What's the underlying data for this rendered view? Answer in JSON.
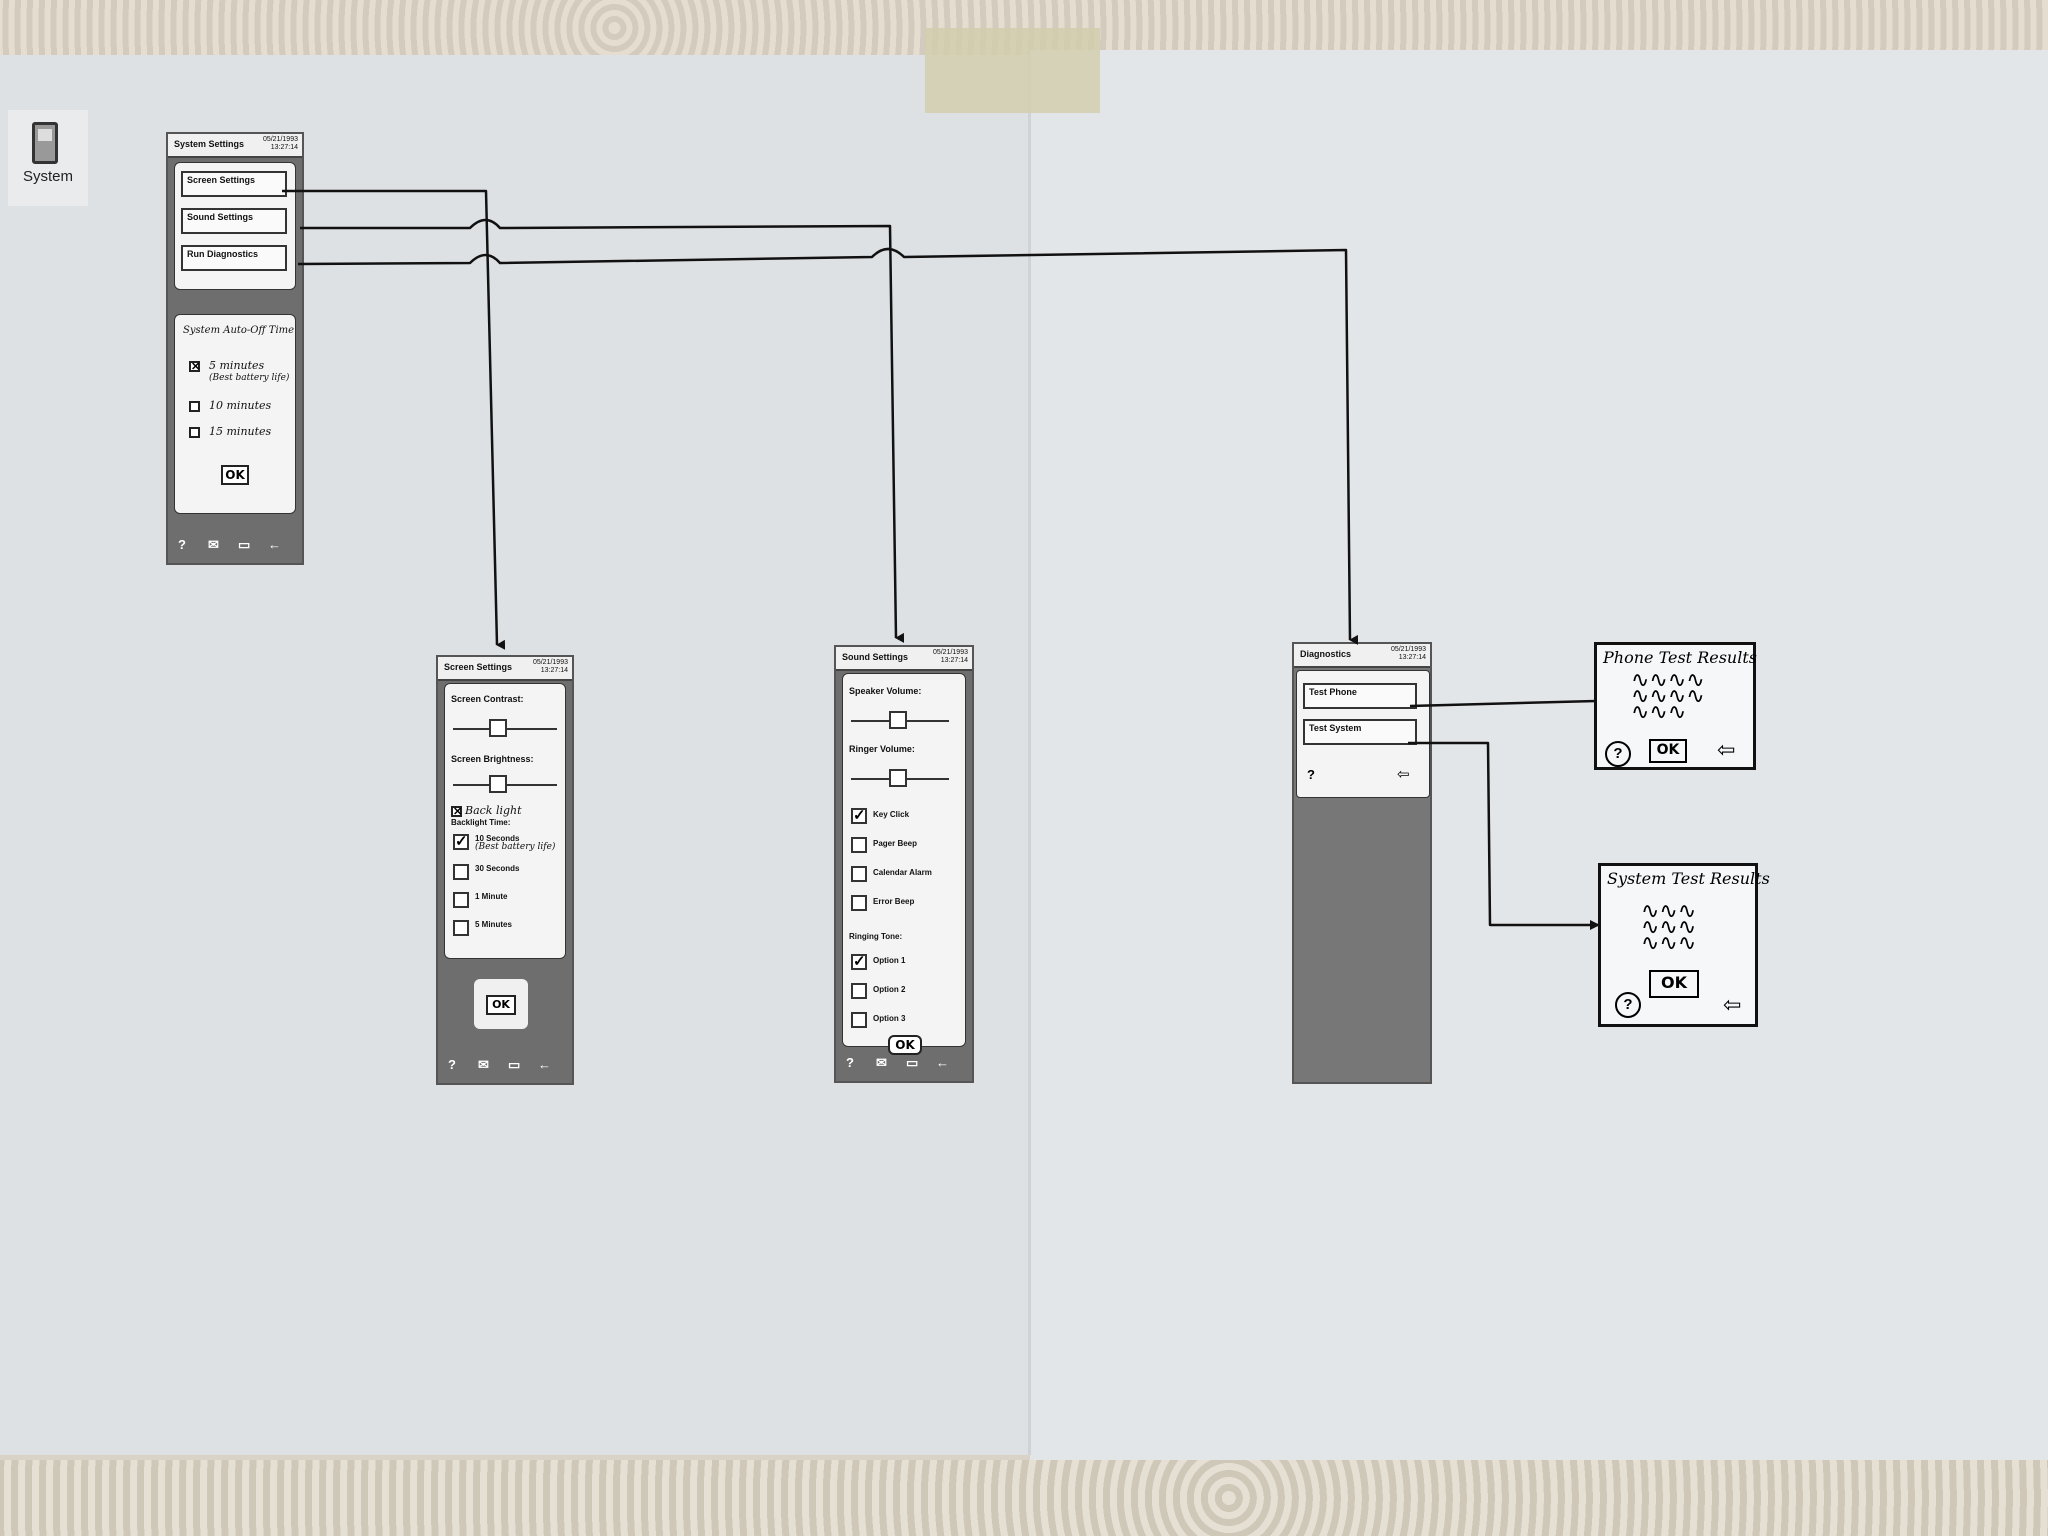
{
  "system_icon": {
    "label": "System",
    "icon": "handheld-device-icon"
  },
  "system_settings": {
    "title": "System Settings",
    "date": "05/21/1993",
    "time": "13:27:14",
    "buttons": [
      "Screen Settings",
      "Sound Settings",
      "Run Diagnostics"
    ],
    "auto_off_title": "System Auto-Off Time",
    "options": [
      {
        "label": "5 minutes",
        "note": "(Best battery life)",
        "checked": true
      },
      {
        "label": "10 minutes",
        "checked": false
      },
      {
        "label": "15 minutes",
        "checked": false
      }
    ],
    "ok": "OK"
  },
  "screen_settings": {
    "title": "Screen Settings",
    "date": "05/21/1993",
    "time": "13:27:14",
    "contrast_label": "Screen Contrast:",
    "brightness_label": "Screen Brightness:",
    "backlight_label": "Back light",
    "backlight_time_label": "Backlight Time:",
    "times": [
      {
        "label": "10 Seconds",
        "note": "(Best battery life)",
        "checked": true
      },
      {
        "label": "30 Seconds",
        "checked": false
      },
      {
        "label": "1 Minute",
        "checked": false
      },
      {
        "label": "5 Minutes",
        "checked": false
      }
    ],
    "ok": "OK"
  },
  "sound_settings": {
    "title": "Sound Settings",
    "date": "05/21/1993",
    "time": "13:27:14",
    "speaker_label": "Speaker Volume:",
    "ringer_label": "Ringer Volume:",
    "sounds": [
      {
        "label": "Key Click",
        "checked": true
      },
      {
        "label": "Pager Beep",
        "checked": false
      },
      {
        "label": "Calendar Alarm",
        "checked": false
      },
      {
        "label": "Error Beep",
        "checked": false
      }
    ],
    "ringing_tone_label": "Ringing Tone:",
    "tones": [
      {
        "label": "Option 1",
        "checked": true
      },
      {
        "label": "Option 2",
        "checked": false
      },
      {
        "label": "Option 3",
        "checked": false
      }
    ],
    "ok": "OK"
  },
  "diagnostics": {
    "title": "Diagnostics",
    "date": "05/21/1993",
    "time": "13:27:14",
    "buttons": [
      "Test Phone",
      "Test System"
    ]
  },
  "phone_results": {
    "title": "Phone Test Results",
    "ok": "OK"
  },
  "system_results": {
    "title": "System Test Results",
    "ok": "OK"
  },
  "nav_icons": [
    "help-icon",
    "mail-icon",
    "folder-icon",
    "back-arrow-icon"
  ]
}
